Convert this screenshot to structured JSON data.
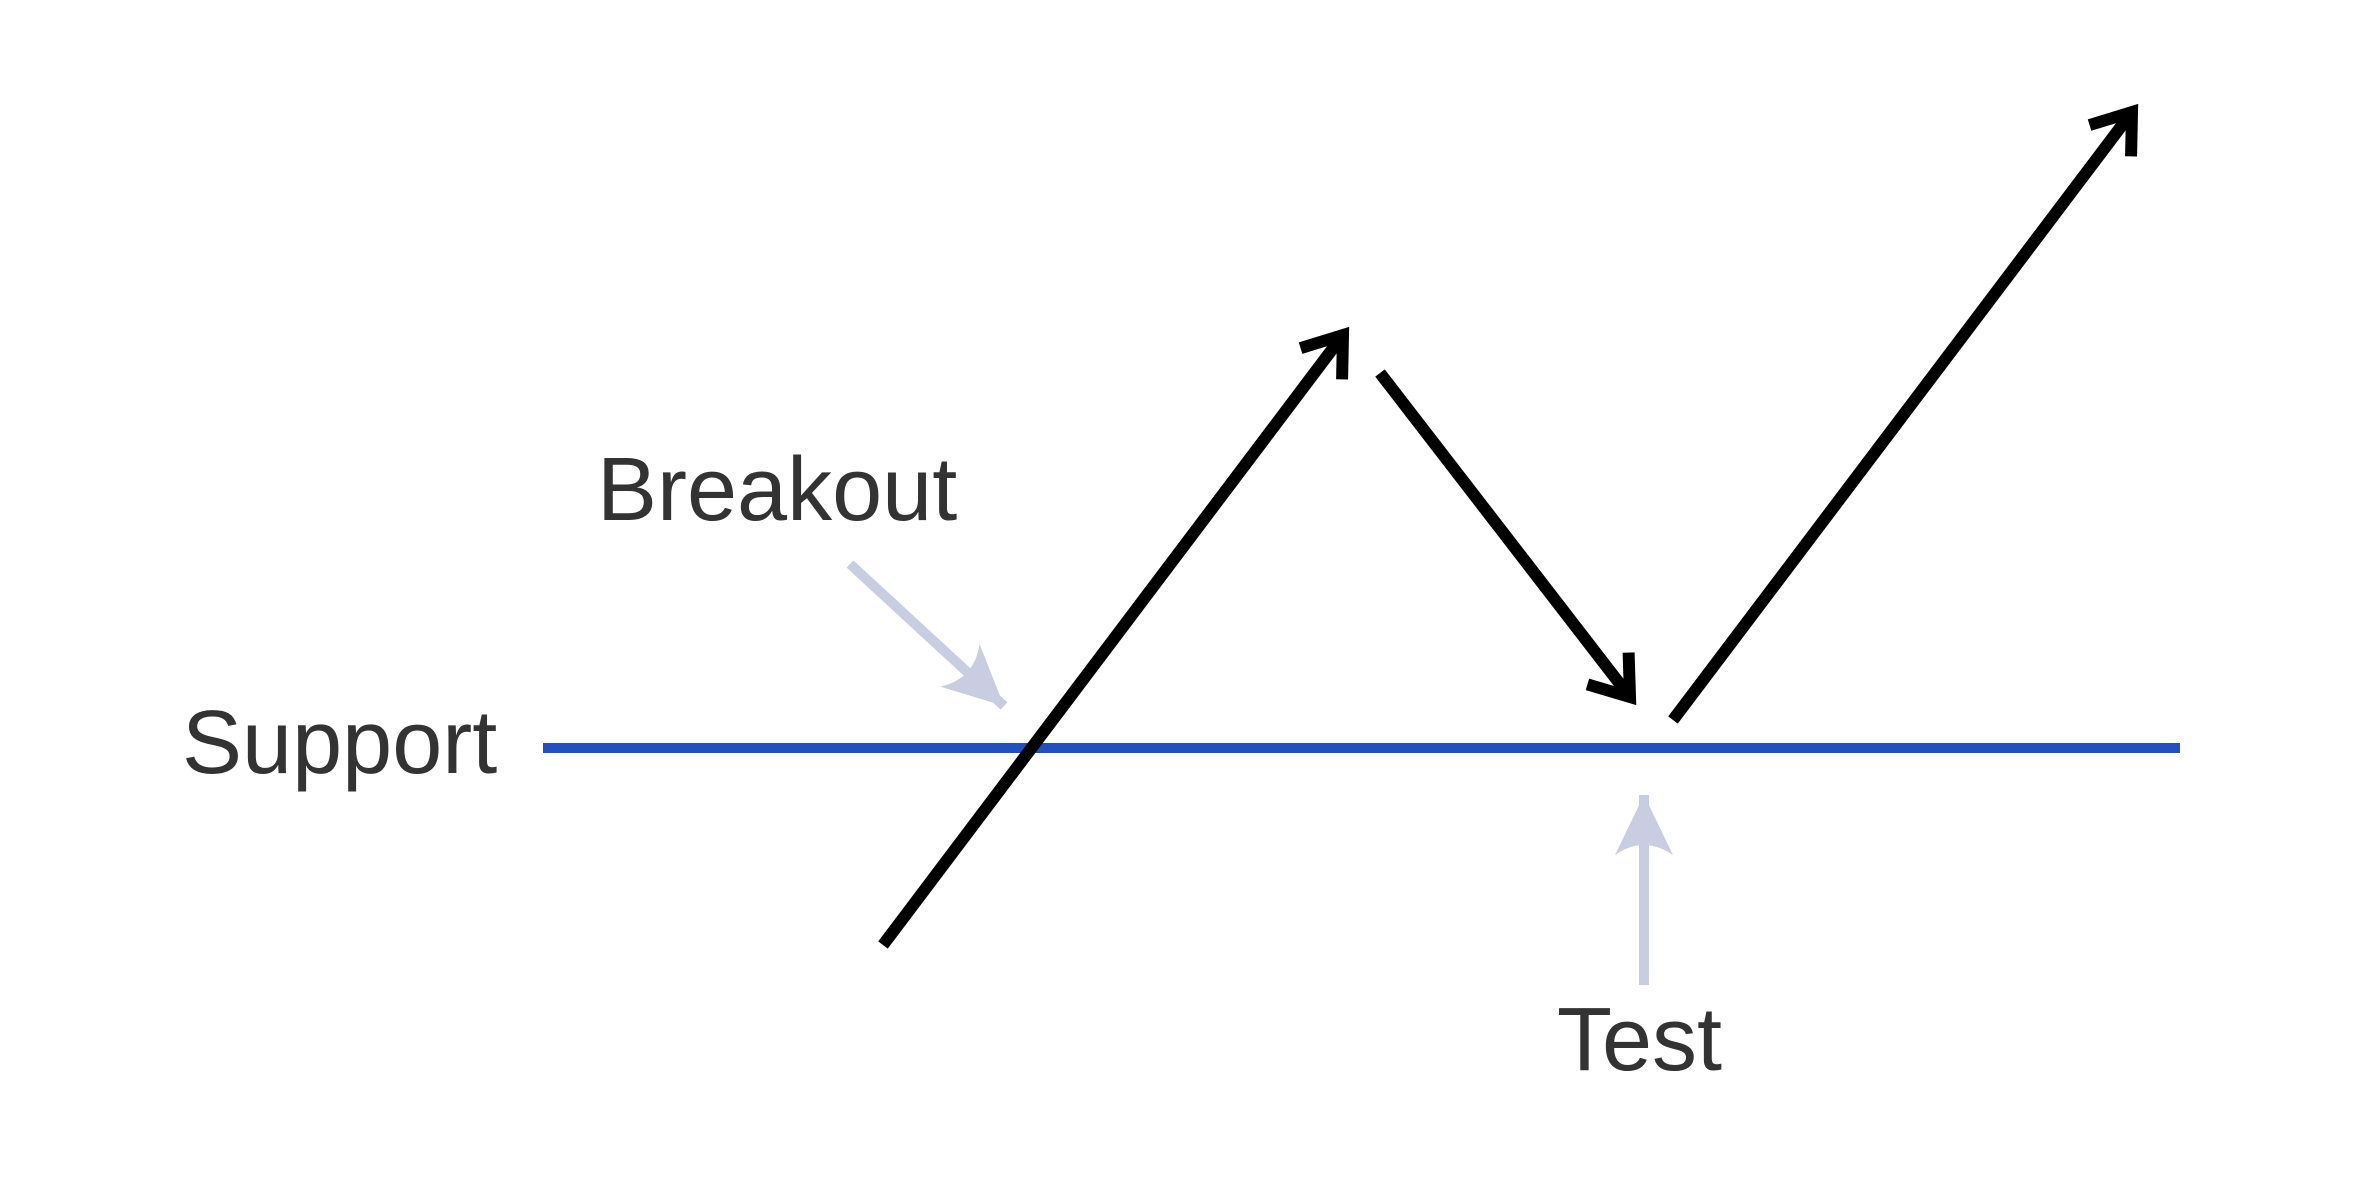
{
  "diagram": {
    "title_concept": "Support breakout and retest schematic",
    "labels": {
      "support": "Support",
      "breakout": "Breakout",
      "test": "Test"
    },
    "colors": {
      "support_line": "#2150c0",
      "price_path": "#000000",
      "annotation_arrow": "#c9cde1",
      "text": "#333333",
      "background": "#ffffff"
    },
    "shapes": {
      "support_line": "horizontal-line",
      "price_upmove": "up-right-arrow",
      "price_pullback": "down-right-arrow",
      "price_bounce": "up-right-arrow",
      "breakout_pointer": "down-right-arrow",
      "test_pointer": "up-arrow"
    }
  }
}
